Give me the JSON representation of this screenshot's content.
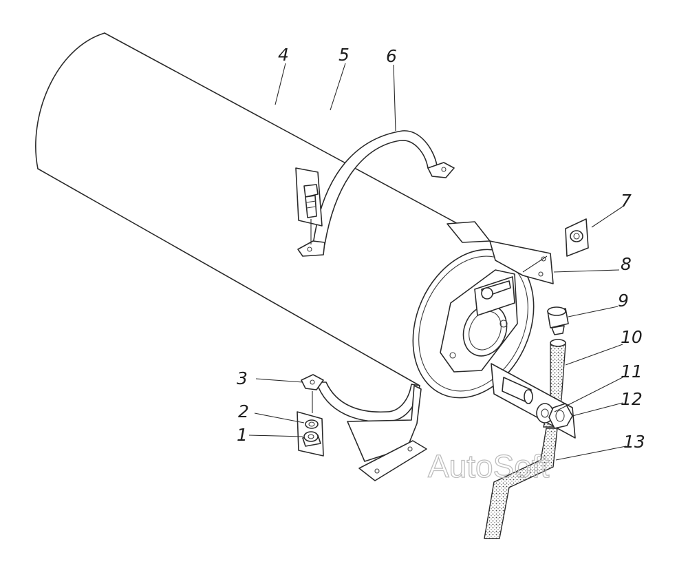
{
  "callouts": [
    {
      "id": "1",
      "label": "1"
    },
    {
      "id": "2",
      "label": "2"
    },
    {
      "id": "3",
      "label": "3"
    },
    {
      "id": "4",
      "label": "4"
    },
    {
      "id": "5",
      "label": "5"
    },
    {
      "id": "6",
      "label": "6"
    },
    {
      "id": "7",
      "label": "7"
    },
    {
      "id": "8",
      "label": "8"
    },
    {
      "id": "9",
      "label": "9"
    },
    {
      "id": "10",
      "label": "10"
    },
    {
      "id": "11",
      "label": "11"
    },
    {
      "id": "12",
      "label": "12"
    },
    {
      "id": "13",
      "label": "13"
    }
  ],
  "watermark": {
    "text": "AutoSoft"
  },
  "colors": {
    "ink": "#2a2a2a",
    "paper": "#ffffff",
    "watermark": "#bdbdbd"
  }
}
